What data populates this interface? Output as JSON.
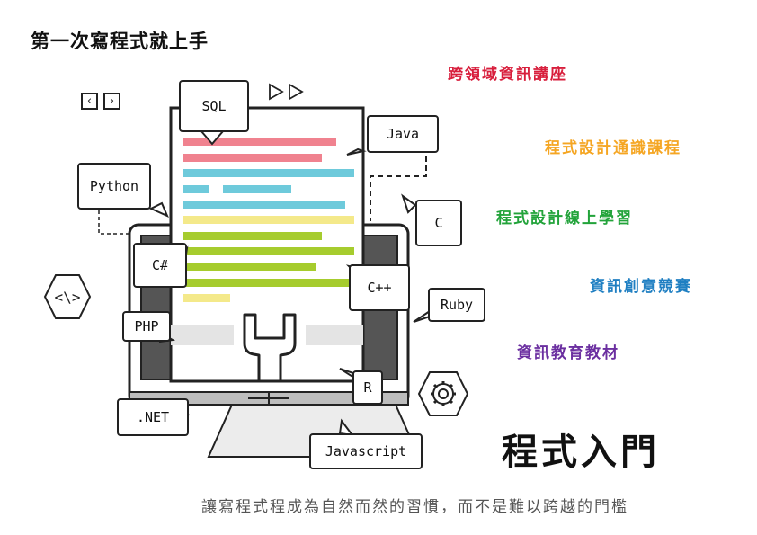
{
  "header": {
    "title": "第一次寫程式就上手"
  },
  "categories": [
    {
      "label": "跨領域資訊講座",
      "color": "#d81e3c"
    },
    {
      "label": "程式設計通識課程",
      "color": "#f5a623"
    },
    {
      "label": "程式設計線上學習",
      "color": "#22a33a"
    },
    {
      "label": "資訊創意競賽",
      "color": "#1f7fc2"
    },
    {
      "label": "資訊教育教材",
      "color": "#6b2fa0"
    }
  ],
  "main_title": "程式入門",
  "slogan": "讓寫程式程成為自然而然的習慣，而不是難以跨越的門檻",
  "languages": {
    "sql": "SQL",
    "java": "Java",
    "python": "Python",
    "c": "C",
    "csharp": "C#",
    "cpp": "C++",
    "ruby": "Ruby",
    "php": "PHP",
    "r": "R",
    "dotnet": ".NET",
    "javascript": "Javascript"
  },
  "icons": {
    "prev": "chevron-left-icon",
    "next": "chevron-right-icon",
    "play": "double-play-icon",
    "code": "code-brackets-icon",
    "gear": "gear-icon",
    "wrench": "wrench-icon",
    "monitor": "monitor-icon"
  },
  "code_colors": {
    "red": "#f0828f",
    "blue": "#6ecadb",
    "yellow": "#f4e98a",
    "green": "#a6cc2e"
  }
}
